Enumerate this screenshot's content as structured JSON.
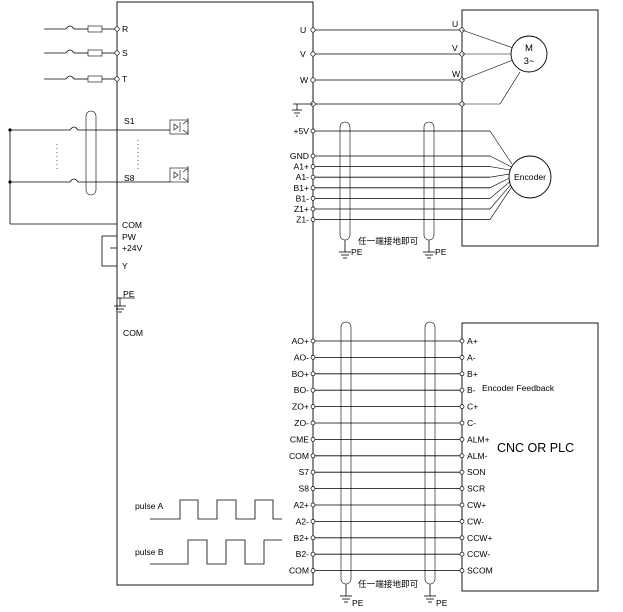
{
  "power_inputs": [
    "R",
    "S",
    "T"
  ],
  "switch_labels": [
    "S1",
    "S8"
  ],
  "left_power_pins": [
    "COM",
    "PW",
    "+24V",
    "Y"
  ],
  "pe_label": "PE",
  "com_label": "COM",
  "motor_terminals": [
    "U",
    "V",
    "W"
  ],
  "motor_label_line1": "M",
  "motor_label_line2": "3~",
  "encoder_label": "Encoder",
  "encoder_pins": [
    "+5V",
    "GND",
    "A1+",
    "A1-",
    "B1+",
    "B1-",
    "Z1+",
    "Z1-"
  ],
  "shield_note": "任一端接地即可",
  "feedback_left_pins": [
    "AO+",
    "AO-",
    "BO+",
    "BO-",
    "ZO+",
    "ZO-",
    "CME",
    "COM",
    "S7",
    "S8",
    "A2+",
    "A2-",
    "B2+",
    "B2-",
    "COM"
  ],
  "feedback_right_pins": [
    "A+",
    "A-",
    "B+",
    "B-",
    "C+",
    "C-",
    "ALM+",
    "ALM-",
    "SON",
    "SCR",
    "CW+",
    "CW-",
    "CCW+",
    "CCW-",
    "SCOM"
  ],
  "encoder_feedback_label": "Encoder Feedback",
  "controller_label": "CNC OR PLC",
  "pulse_labels": [
    "pulse A",
    "pulse B"
  ]
}
